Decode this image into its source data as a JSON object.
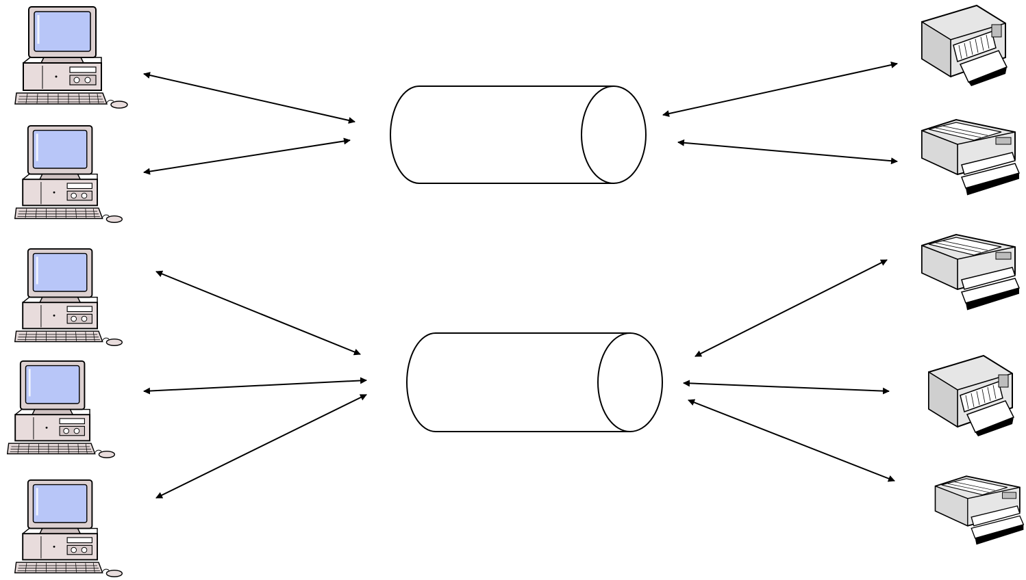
{
  "diagram": {
    "computers": [
      {
        "id": "computer-1",
        "icon": "desktop-computer-icon"
      },
      {
        "id": "computer-2",
        "icon": "desktop-computer-icon"
      },
      {
        "id": "computer-3",
        "icon": "desktop-computer-icon"
      },
      {
        "id": "computer-4",
        "icon": "desktop-computer-icon"
      },
      {
        "id": "computer-5",
        "icon": "desktop-computer-icon"
      }
    ],
    "queues": [
      {
        "id": "queue-1",
        "icon": "cylinder-icon"
      },
      {
        "id": "queue-2",
        "icon": "cylinder-icon"
      }
    ],
    "printers": [
      {
        "id": "printer-1",
        "icon": "inkjet-printer-icon"
      },
      {
        "id": "printer-2",
        "icon": "laser-printer-icon"
      },
      {
        "id": "printer-3",
        "icon": "laser-printer-icon"
      },
      {
        "id": "printer-4",
        "icon": "inkjet-printer-icon"
      },
      {
        "id": "printer-5",
        "icon": "laser-printer-icon"
      }
    ],
    "connections": [
      {
        "from": "computer-1",
        "to": "queue-1",
        "bidirectional": true
      },
      {
        "from": "computer-2",
        "to": "queue-1",
        "bidirectional": true
      },
      {
        "from": "computer-3",
        "to": "queue-2",
        "bidirectional": true
      },
      {
        "from": "computer-4",
        "to": "queue-2",
        "bidirectional": true
      },
      {
        "from": "computer-5",
        "to": "queue-2",
        "bidirectional": true
      },
      {
        "from": "queue-1",
        "to": "printer-1",
        "bidirectional": true
      },
      {
        "from": "queue-1",
        "to": "printer-2",
        "bidirectional": true
      },
      {
        "from": "queue-2",
        "to": "printer-3",
        "bidirectional": true
      },
      {
        "from": "queue-2",
        "to": "printer-4",
        "bidirectional": true
      },
      {
        "from": "queue-2",
        "to": "printer-5",
        "bidirectional": true
      }
    ],
    "colors": {
      "stroke": "#000000",
      "screen": "#b8c6f8",
      "case": "#e8dcdc",
      "printer_body": "#e6e6e6",
      "printer_dark": "#bdbdbd"
    }
  }
}
